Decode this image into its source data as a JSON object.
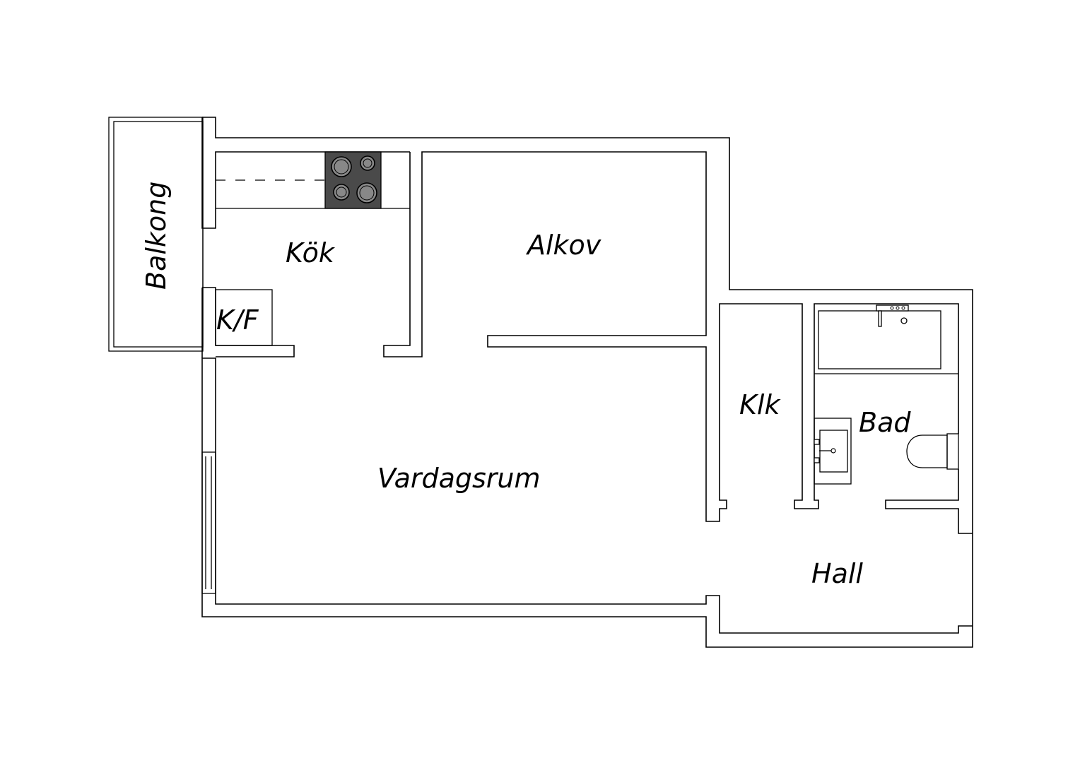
{
  "floorplan": {
    "rooms": {
      "balcony": "Balkong",
      "kitchen": "Kök",
      "fridge_freezer": "K/F",
      "alcove": "Alkov",
      "living_room": "Vardagsrum",
      "closet": "Klk",
      "bathroom": "Bad",
      "hall": "Hall"
    },
    "colors": {
      "wall": "#000000",
      "background": "#ffffff",
      "stove_top": "#4a4a4a",
      "burner": "#888888"
    }
  }
}
